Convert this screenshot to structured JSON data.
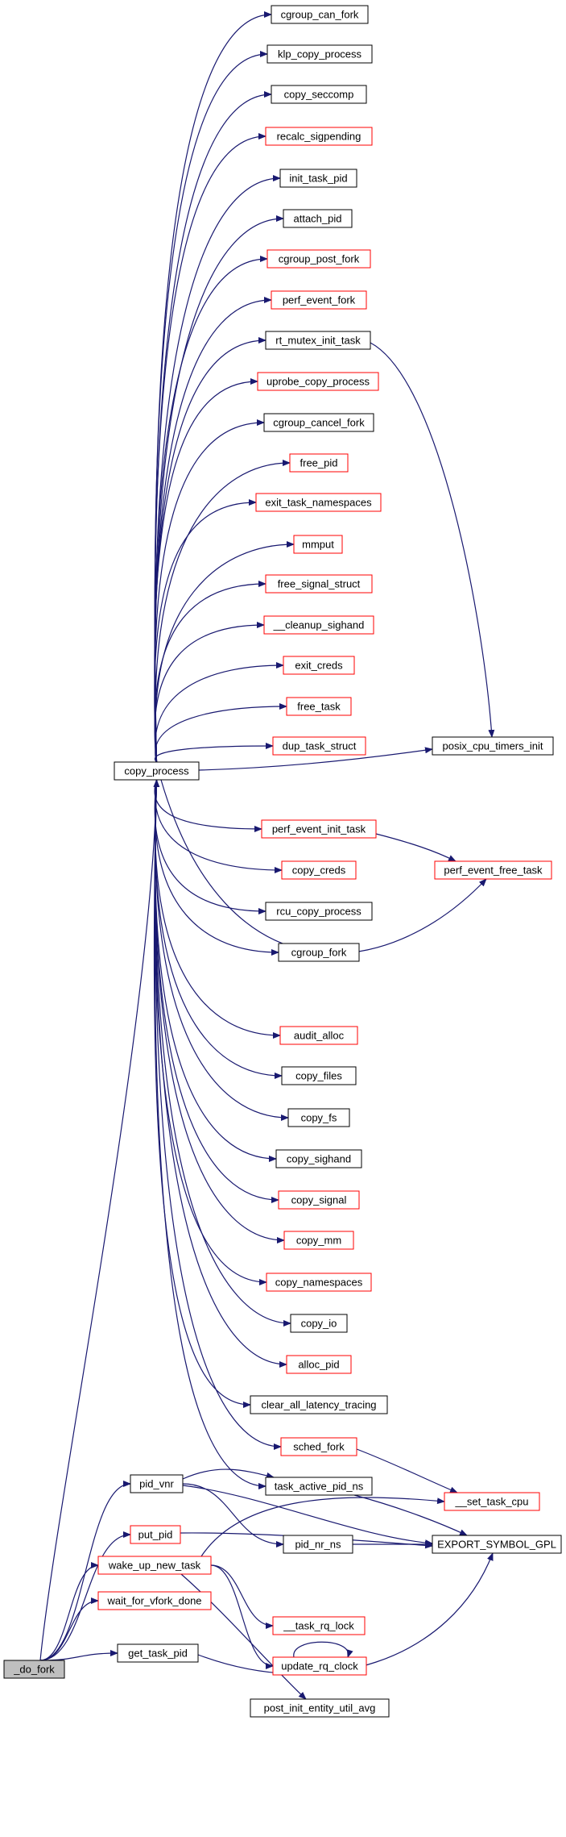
{
  "colors": {
    "edge": "#191970",
    "border_default": "#000000",
    "border_truncated": "#ff0000",
    "root_fill": "#bfbfbf",
    "node_fill": "#ffffff"
  },
  "nodes": [
    {
      "id": "do_fork",
      "label": "_do_fork",
      "style": "root"
    },
    {
      "id": "copy_process",
      "label": "copy_process",
      "style": "black"
    },
    {
      "id": "pid_vnr",
      "label": "pid_vnr",
      "style": "black"
    },
    {
      "id": "put_pid",
      "label": "put_pid",
      "style": "red"
    },
    {
      "id": "wake_up_new_task",
      "label": "wake_up_new_task",
      "style": "red"
    },
    {
      "id": "wait_for_vfork_done",
      "label": "wait_for_vfork_done",
      "style": "red"
    },
    {
      "id": "get_task_pid",
      "label": "get_task_pid",
      "style": "black"
    },
    {
      "id": "cgroup_can_fork",
      "label": "cgroup_can_fork",
      "style": "black"
    },
    {
      "id": "klp_copy_process",
      "label": "klp_copy_process",
      "style": "black"
    },
    {
      "id": "copy_seccomp",
      "label": "copy_seccomp",
      "style": "black"
    },
    {
      "id": "recalc_sigpending",
      "label": "recalc_sigpending",
      "style": "red"
    },
    {
      "id": "init_task_pid",
      "label": "init_task_pid",
      "style": "black"
    },
    {
      "id": "attach_pid",
      "label": "attach_pid",
      "style": "black"
    },
    {
      "id": "cgroup_post_fork",
      "label": "cgroup_post_fork",
      "style": "red"
    },
    {
      "id": "perf_event_fork",
      "label": "perf_event_fork",
      "style": "red"
    },
    {
      "id": "rt_mutex_init_task",
      "label": "rt_mutex_init_task",
      "style": "black"
    },
    {
      "id": "uprobe_copy_process",
      "label": "uprobe_copy_process",
      "style": "red"
    },
    {
      "id": "cgroup_cancel_fork",
      "label": "cgroup_cancel_fork",
      "style": "black"
    },
    {
      "id": "free_pid",
      "label": "free_pid",
      "style": "red"
    },
    {
      "id": "exit_task_namespaces",
      "label": "exit_task_namespaces",
      "style": "red"
    },
    {
      "id": "mmput",
      "label": "mmput",
      "style": "red"
    },
    {
      "id": "free_signal_struct",
      "label": "free_signal_struct",
      "style": "red"
    },
    {
      "id": "cleanup_sighand",
      "label": "__cleanup_sighand",
      "style": "red"
    },
    {
      "id": "exit_creds",
      "label": "exit_creds",
      "style": "red"
    },
    {
      "id": "free_task",
      "label": "free_task",
      "style": "red"
    },
    {
      "id": "dup_task_struct",
      "label": "dup_task_struct",
      "style": "red"
    },
    {
      "id": "posix_cpu_timers_init",
      "label": "posix_cpu_timers_init",
      "style": "black"
    },
    {
      "id": "perf_event_init_task",
      "label": "perf_event_init_task",
      "style": "red"
    },
    {
      "id": "perf_event_free_task",
      "label": "perf_event_free_task",
      "style": "red"
    },
    {
      "id": "copy_creds",
      "label": "copy_creds",
      "style": "red"
    },
    {
      "id": "rcu_copy_process",
      "label": "rcu_copy_process",
      "style": "black"
    },
    {
      "id": "cgroup_fork",
      "label": "cgroup_fork",
      "style": "black"
    },
    {
      "id": "audit_alloc",
      "label": "audit_alloc",
      "style": "red"
    },
    {
      "id": "copy_files",
      "label": "copy_files",
      "style": "black"
    },
    {
      "id": "copy_fs",
      "label": "copy_fs",
      "style": "black"
    },
    {
      "id": "copy_sighand",
      "label": "copy_sighand",
      "style": "black"
    },
    {
      "id": "copy_signal",
      "label": "copy_signal",
      "style": "red"
    },
    {
      "id": "copy_mm",
      "label": "copy_mm",
      "style": "red"
    },
    {
      "id": "copy_namespaces",
      "label": "copy_namespaces",
      "style": "red"
    },
    {
      "id": "copy_io",
      "label": "copy_io",
      "style": "black"
    },
    {
      "id": "alloc_pid",
      "label": "alloc_pid",
      "style": "red"
    },
    {
      "id": "clear_all_latency_tracing",
      "label": "clear_all_latency_tracing",
      "style": "black"
    },
    {
      "id": "sched_fork",
      "label": "sched_fork",
      "style": "red"
    },
    {
      "id": "task_active_pid_ns",
      "label": "task_active_pid_ns",
      "style": "black"
    },
    {
      "id": "set_task_cpu",
      "label": "__set_task_cpu",
      "style": "red"
    },
    {
      "id": "pid_nr_ns",
      "label": "pid_nr_ns",
      "style": "black"
    },
    {
      "id": "export_symbol_gpl",
      "label": "EXPORT_SYMBOL_GPL",
      "style": "black"
    },
    {
      "id": "task_rq_lock",
      "label": "__task_rq_lock",
      "style": "red"
    },
    {
      "id": "update_rq_clock",
      "label": "update_rq_clock",
      "style": "red"
    },
    {
      "id": "post_init_entity_util_avg",
      "label": "post_init_entity_util_avg",
      "style": "black"
    }
  ],
  "edges": [
    [
      "do_fork",
      "copy_process"
    ],
    [
      "do_fork",
      "pid_vnr"
    ],
    [
      "do_fork",
      "put_pid"
    ],
    [
      "do_fork",
      "wake_up_new_task"
    ],
    [
      "do_fork",
      "wait_for_vfork_done"
    ],
    [
      "do_fork",
      "get_task_pid"
    ],
    [
      "copy_process",
      "cgroup_can_fork"
    ],
    [
      "copy_process",
      "klp_copy_process"
    ],
    [
      "copy_process",
      "copy_seccomp"
    ],
    [
      "copy_process",
      "recalc_sigpending"
    ],
    [
      "copy_process",
      "init_task_pid"
    ],
    [
      "copy_process",
      "attach_pid"
    ],
    [
      "copy_process",
      "cgroup_post_fork"
    ],
    [
      "copy_process",
      "perf_event_fork"
    ],
    [
      "copy_process",
      "rt_mutex_init_task"
    ],
    [
      "copy_process",
      "uprobe_copy_process"
    ],
    [
      "copy_process",
      "cgroup_cancel_fork"
    ],
    [
      "copy_process",
      "free_pid"
    ],
    [
      "copy_process",
      "exit_task_namespaces"
    ],
    [
      "copy_process",
      "mmput"
    ],
    [
      "copy_process",
      "free_signal_struct"
    ],
    [
      "copy_process",
      "cleanup_sighand"
    ],
    [
      "copy_process",
      "exit_creds"
    ],
    [
      "copy_process",
      "free_task"
    ],
    [
      "copy_process",
      "dup_task_struct"
    ],
    [
      "copy_process",
      "posix_cpu_timers_init"
    ],
    [
      "copy_process",
      "perf_event_init_task"
    ],
    [
      "copy_process",
      "copy_creds"
    ],
    [
      "copy_process",
      "rcu_copy_process"
    ],
    [
      "copy_process",
      "cgroup_fork"
    ],
    [
      "copy_process",
      "perf_event_free_task"
    ],
    [
      "copy_process",
      "audit_alloc"
    ],
    [
      "copy_process",
      "copy_files"
    ],
    [
      "copy_process",
      "copy_fs"
    ],
    [
      "copy_process",
      "copy_sighand"
    ],
    [
      "copy_process",
      "copy_signal"
    ],
    [
      "copy_process",
      "copy_mm"
    ],
    [
      "copy_process",
      "copy_namespaces"
    ],
    [
      "copy_process",
      "copy_io"
    ],
    [
      "copy_process",
      "alloc_pid"
    ],
    [
      "copy_process",
      "clear_all_latency_tracing"
    ],
    [
      "copy_process",
      "sched_fork"
    ],
    [
      "copy_process",
      "task_active_pid_ns"
    ],
    [
      "rt_mutex_init_task",
      "posix_cpu_timers_init"
    ],
    [
      "perf_event_init_task",
      "perf_event_free_task"
    ],
    [
      "sched_fork",
      "set_task_cpu"
    ],
    [
      "task_active_pid_ns",
      "export_symbol_gpl"
    ],
    [
      "pid_vnr",
      "task_active_pid_ns"
    ],
    [
      "pid_vnr",
      "pid_nr_ns"
    ],
    [
      "pid_vnr",
      "export_symbol_gpl"
    ],
    [
      "pid_nr_ns",
      "export_symbol_gpl"
    ],
    [
      "put_pid",
      "export_symbol_gpl"
    ],
    [
      "wake_up_new_task",
      "set_task_cpu"
    ],
    [
      "wake_up_new_task",
      "task_rq_lock"
    ],
    [
      "wake_up_new_task",
      "update_rq_clock"
    ],
    [
      "wake_up_new_task",
      "post_init_entity_util_avg"
    ],
    [
      "update_rq_clock",
      "update_rq_clock"
    ],
    [
      "get_task_pid",
      "export_symbol_gpl"
    ]
  ]
}
